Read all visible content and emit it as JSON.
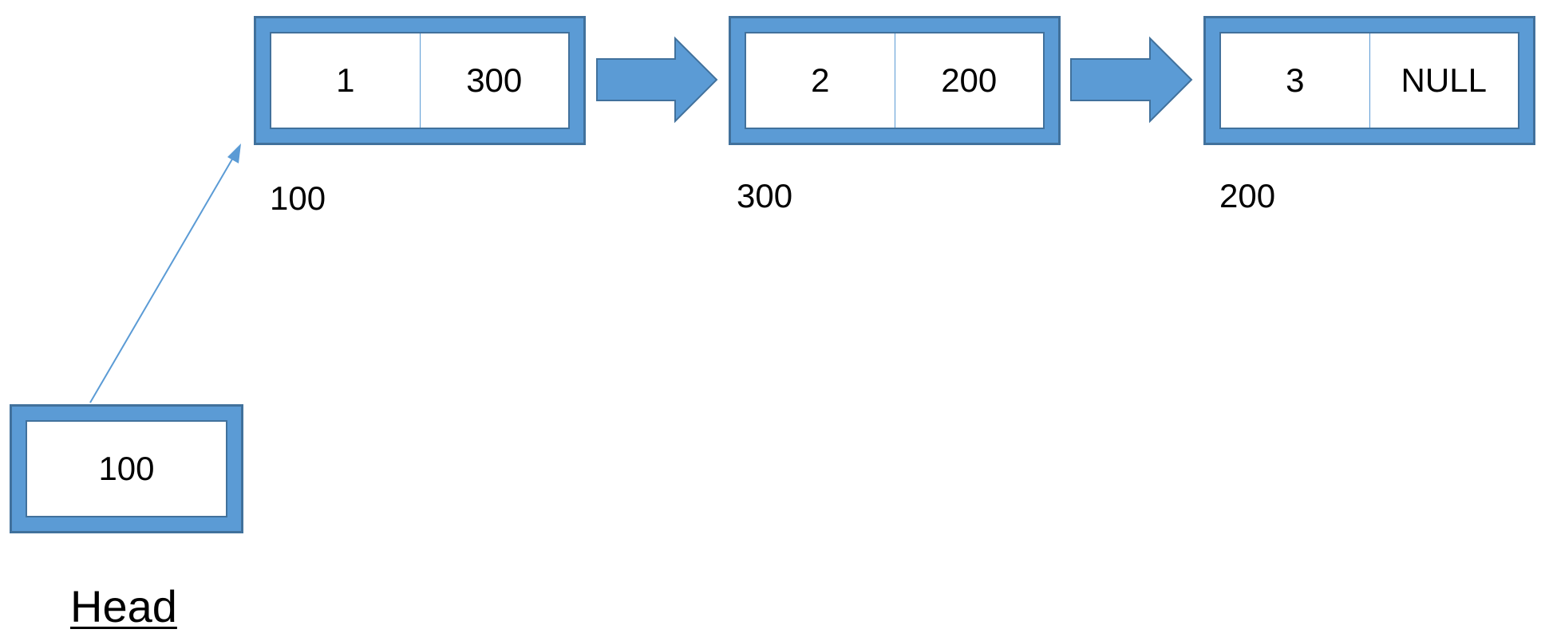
{
  "colors": {
    "fill": "#5b9bd5",
    "outline": "#41719c",
    "background": "#ffffff"
  },
  "nodes": [
    {
      "data": "1",
      "next": "300",
      "address": "100"
    },
    {
      "data": "2",
      "next": "200",
      "address": "300"
    },
    {
      "data": "3",
      "next": "NULL",
      "address": "200"
    }
  ],
  "head": {
    "value": "100",
    "label": "Head"
  }
}
